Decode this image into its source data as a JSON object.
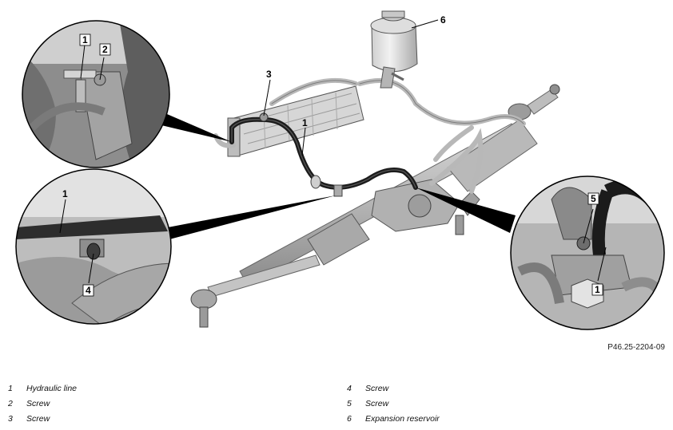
{
  "figure_code": "P46.25-2204-09",
  "callouts": {
    "main_reservoir": "6",
    "main_screw_3": "3",
    "main_line_1": "1",
    "detail_top_line_1": "1",
    "detail_top_screw_2": "2",
    "detail_mid_line_1": "1",
    "detail_mid_screw_4": "4",
    "detail_right_screw_5": "5",
    "detail_right_line_1": "1"
  },
  "legend": [
    {
      "num": "1",
      "text": "Hydraulic line"
    },
    {
      "num": "2",
      "text": "Screw"
    },
    {
      "num": "3",
      "text": "Screw"
    },
    {
      "num": "4",
      "text": "Screw"
    },
    {
      "num": "5",
      "text": "Screw"
    },
    {
      "num": "6",
      "text": "Expansion reservoir"
    }
  ]
}
